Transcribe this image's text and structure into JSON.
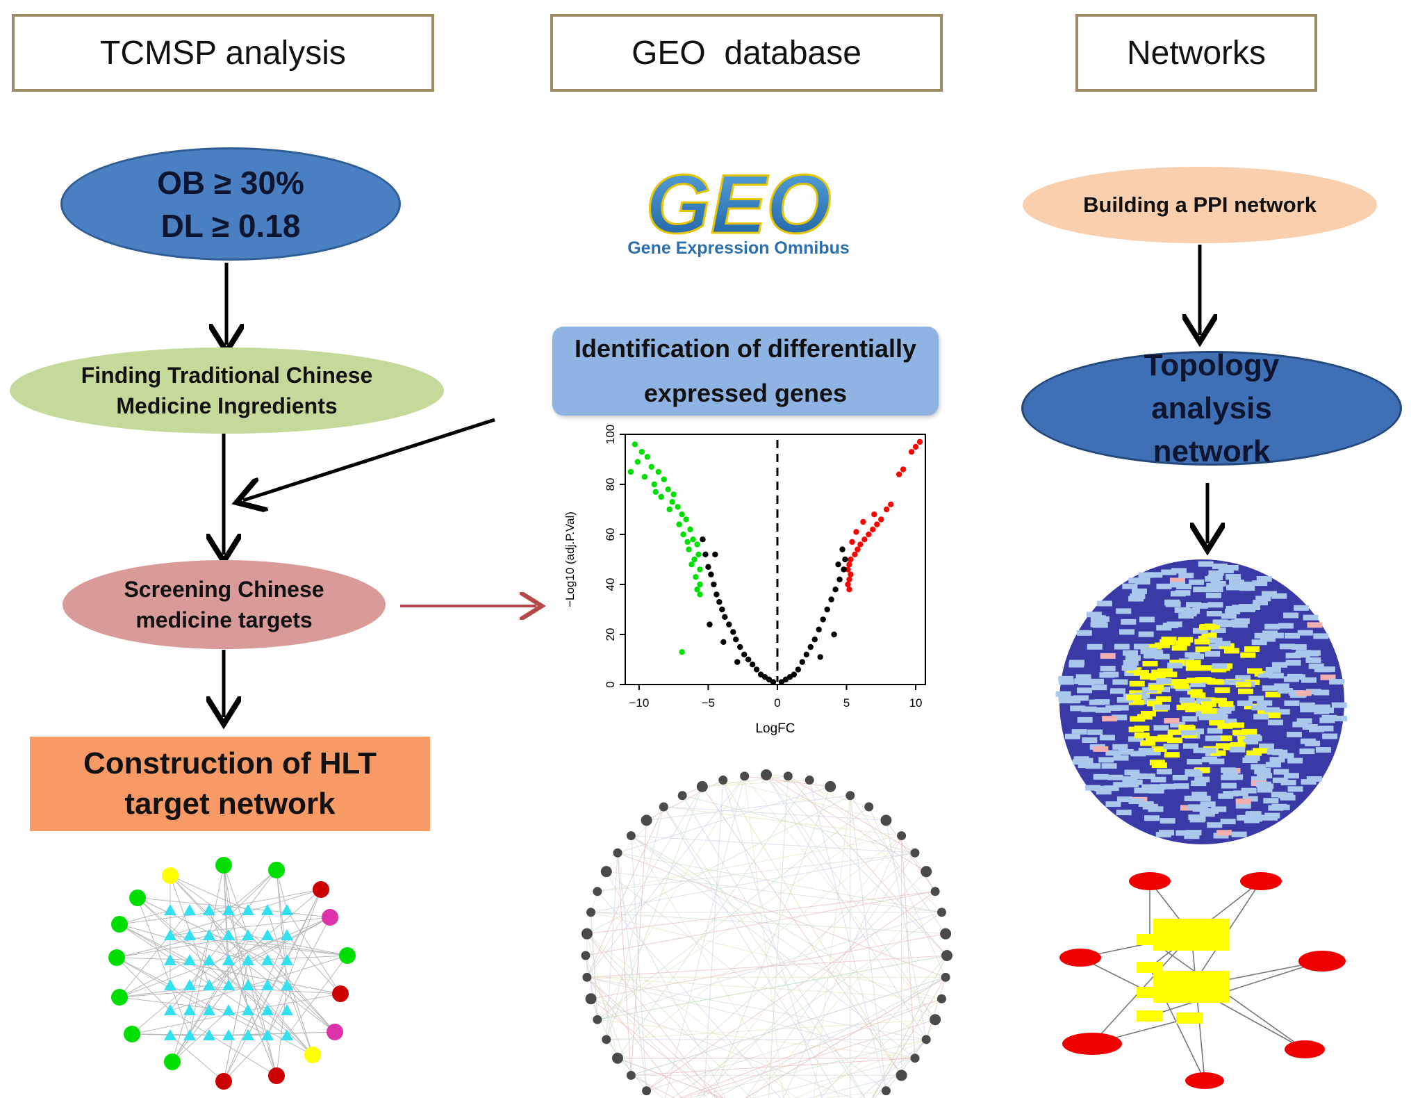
{
  "headers": {
    "tcmsp": "TCMSP analysis",
    "geo": "GEO  database",
    "networks": "Networks"
  },
  "tcmsp_flow": {
    "criteria_line1": "OB ≥ 30%",
    "criteria_line2": "DL ≥ 0.18",
    "finding_line1": "Finding Traditional Chinese",
    "finding_line2": "Medicine Ingredients",
    "screening_line1": "Screening Chinese",
    "screening_line2": "medicine targets",
    "construction_line1": "Construction of HLT",
    "construction_line2": "target network"
  },
  "geo_flow": {
    "logo_text": "GEO",
    "logo_caption": "Gene Expression Omnibus",
    "degs_line1": "Identification of differentially",
    "degs_line2": "expressed genes"
  },
  "network_flow": {
    "ppi_label": "Building a PPI network",
    "topology_line1": "Topology",
    "topology_line2": "analysis",
    "topology_line3": "network"
  },
  "colors": {
    "criteria_fill": "#4a7fc1",
    "finding_fill": "#c5d99a",
    "screening_fill": "#d99a9a",
    "construction_fill": "#f79a66",
    "degs_fill": "#8fb3e3",
    "ppi_fill": "#f9cfae",
    "topology_fill": "#3f6fb5",
    "up_genes": "#ff0000",
    "down_genes": "#00dd00",
    "ns_genes": "#000000",
    "hub_nodes": "#ffff00",
    "ppi_nodes": "#a9c8ec"
  },
  "chart_data": {
    "type": "scatter",
    "title": "",
    "xlabel": "LogFC",
    "ylabel": "−Log10 (adj.P.Val)",
    "xlim": [
      -11,
      10.7
    ],
    "ylim": [
      0,
      100
    ],
    "x_ticks": [
      -10,
      -5,
      0,
      5,
      10
    ],
    "y_ticks": [
      0,
      20,
      40,
      60,
      80,
      100
    ],
    "threshold_line_x": 0,
    "series": [
      {
        "color": "#00dd00",
        "points": [
          [
            -10.3,
            96
          ],
          [
            -9.8,
            93
          ],
          [
            -10.1,
            89
          ],
          [
            -9.4,
            91
          ],
          [
            -9.1,
            87
          ],
          [
            -8.6,
            85
          ],
          [
            -8.9,
            80
          ],
          [
            -8.2,
            82
          ],
          [
            -7.9,
            78
          ],
          [
            -8.4,
            75
          ],
          [
            -7.5,
            76
          ],
          [
            -7.2,
            71
          ],
          [
            -7.8,
            70
          ],
          [
            -6.9,
            68
          ],
          [
            -6.6,
            66
          ],
          [
            -7.1,
            64
          ],
          [
            -6.3,
            62
          ],
          [
            -6.8,
            60
          ],
          [
            -6.1,
            58
          ],
          [
            -5.8,
            56
          ],
          [
            -6.4,
            54
          ],
          [
            -5.7,
            52
          ],
          [
            -6.0,
            50
          ],
          [
            -5.6,
            46
          ],
          [
            -5.9,
            43
          ],
          [
            -5.6,
            40
          ],
          [
            -5.8,
            38
          ],
          [
            -5.6,
            36
          ],
          [
            -6.9,
            13
          ],
          [
            -10.6,
            85
          ],
          [
            -9.6,
            83
          ],
          [
            -8.8,
            77
          ],
          [
            -7.6,
            73
          ],
          [
            -6.5,
            57
          ],
          [
            -6.2,
            48
          ]
        ]
      },
      {
        "color": "#ff0000",
        "points": [
          [
            10.3,
            97
          ],
          [
            10.0,
            95
          ],
          [
            9.7,
            93
          ],
          [
            9.1,
            86
          ],
          [
            8.8,
            84
          ],
          [
            8.2,
            72
          ],
          [
            7.9,
            70
          ],
          [
            7.5,
            66
          ],
          [
            7.2,
            64
          ],
          [
            6.9,
            62
          ],
          [
            6.6,
            60
          ],
          [
            6.3,
            58
          ],
          [
            6.0,
            56
          ],
          [
            5.8,
            54
          ],
          [
            5.6,
            52
          ],
          [
            5.3,
            50
          ],
          [
            5.2,
            48
          ],
          [
            5.1,
            46
          ],
          [
            5.3,
            44
          ],
          [
            5.2,
            42
          ],
          [
            5.1,
            40
          ],
          [
            5.2,
            38
          ],
          [
            7.0,
            68
          ],
          [
            6.2,
            65
          ],
          [
            5.7,
            61
          ],
          [
            5.4,
            57
          ]
        ]
      },
      {
        "color": "#000000",
        "points": [
          [
            -5.4,
            58
          ],
          [
            -5.2,
            52
          ],
          [
            -5.0,
            47
          ],
          [
            -4.8,
            44
          ],
          [
            -4.6,
            40
          ],
          [
            -4.4,
            36
          ],
          [
            -4.2,
            33
          ],
          [
            -4.0,
            30
          ],
          [
            -3.8,
            27
          ],
          [
            -3.5,
            24
          ],
          [
            -3.2,
            21
          ],
          [
            -3.0,
            18
          ],
          [
            -2.7,
            15
          ],
          [
            -2.4,
            12
          ],
          [
            -2.1,
            10
          ],
          [
            -1.8,
            8
          ],
          [
            -1.5,
            6
          ],
          [
            -1.2,
            4
          ],
          [
            -0.9,
            3
          ],
          [
            -0.6,
            2
          ],
          [
            -0.3,
            1
          ],
          [
            0.3,
            1
          ],
          [
            0.6,
            2
          ],
          [
            0.9,
            3
          ],
          [
            1.2,
            4
          ],
          [
            1.5,
            6
          ],
          [
            1.8,
            9
          ],
          [
            2.1,
            12
          ],
          [
            2.4,
            15
          ],
          [
            2.7,
            18
          ],
          [
            3.0,
            22
          ],
          [
            3.3,
            26
          ],
          [
            3.6,
            30
          ],
          [
            3.9,
            34
          ],
          [
            4.2,
            38
          ],
          [
            4.5,
            42
          ],
          [
            4.8,
            46
          ],
          [
            4.9,
            50
          ],
          [
            4.7,
            54
          ],
          [
            -4.9,
            24
          ],
          [
            -3.9,
            17
          ],
          [
            -2.9,
            9
          ],
          [
            3.1,
            11
          ],
          [
            4.1,
            20
          ],
          [
            -4.5,
            52
          ],
          [
            4.4,
            48
          ]
        ]
      }
    ]
  }
}
